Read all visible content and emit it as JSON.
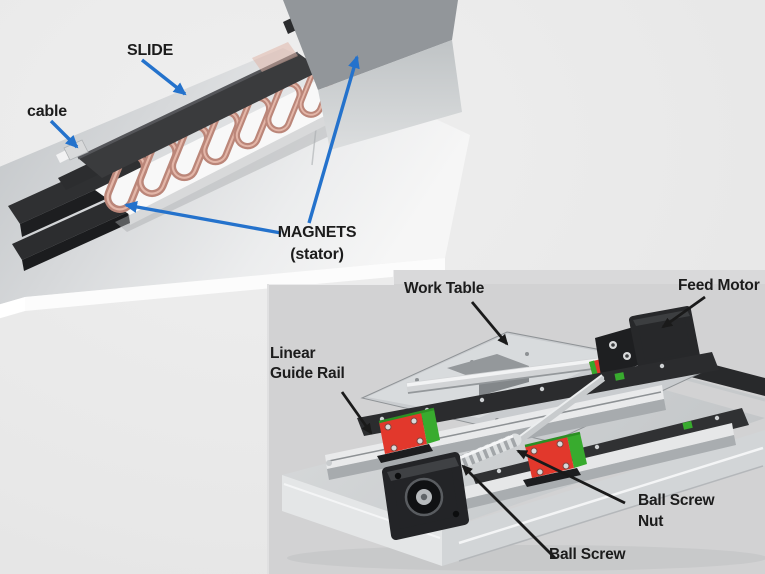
{
  "figure": {
    "type": "technical-diagram",
    "panels": [
      "linear-motor-cutaway",
      "ball-screw-linear-stage-inset"
    ]
  },
  "linear_motor_figure": {
    "labels": {
      "slide": "SLIDE",
      "cable": "cable",
      "magnets_line1": "MAGNETS",
      "magnets_line2": "(stator)"
    }
  },
  "ball_screw_figure": {
    "labels": {
      "work_table": "Work Table",
      "feed_motor": "Feed Motor",
      "guide_rail_line1": "Linear",
      "guide_rail_line2": "Guide Rail",
      "nut_line1": "Ball Screw",
      "nut_line2": "Nut",
      "ball_screw": "Ball Screw"
    }
  },
  "colors": {
    "background": "#e9e9e9",
    "inset_background": "#d2d2d3",
    "label_text": "#1c1c1c",
    "callout_blue": "#2472cc",
    "callout_black": "#1a1a1a",
    "coil_copper": "#bb8679",
    "carriage_red": "#e2382c",
    "carriage_green": "#38ab2e",
    "motor_black": "#242527"
  }
}
